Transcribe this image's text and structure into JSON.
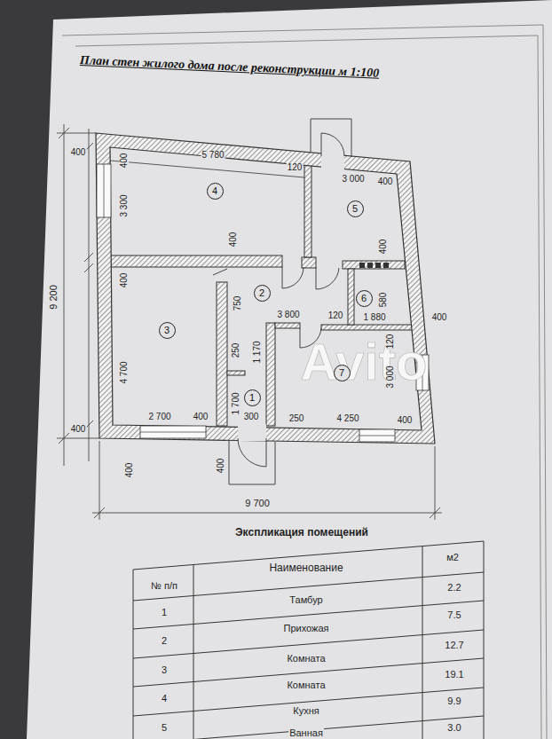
{
  "diagram": {
    "title": "План стен жилого дома после реконструкции м 1:100",
    "nodes": [
      {
        "text": [
          "4"
        ]
      },
      {
        "text": [
          "5"
        ]
      },
      {
        "text": [
          "2"
        ]
      },
      {
        "text": [
          "6"
        ]
      },
      {
        "text": [
          "3"
        ]
      },
      {
        "text": [
          "1"
        ]
      },
      {
        "text": [
          "7"
        ]
      }
    ],
    "labels": [
      "400",
      "400",
      "5 780",
      "120",
      "3 000",
      "400",
      "9 200",
      "3 300",
      "400",
      "400",
      "400",
      "580",
      "750",
      "3 800",
      "120",
      "1 880",
      "400",
      "4 700",
      "250",
      "1 170",
      "120",
      "3 000",
      "1 700",
      "400",
      "2 700",
      "400",
      "300",
      "250",
      "4 250",
      "400",
      "400",
      "400",
      "9 700",
      "Avito",
      "Экспликация помещений",
      "№ п/п",
      "Наименование",
      "м2",
      "2.2",
      "Тамбур",
      "1",
      "7.5",
      "Прихожая",
      "2",
      "12.7",
      "Комната",
      "3",
      "19.1",
      "Комната",
      "4",
      "9.9",
      "Кухня",
      "5",
      "3.0",
      "Ванная"
    ]
  }
}
